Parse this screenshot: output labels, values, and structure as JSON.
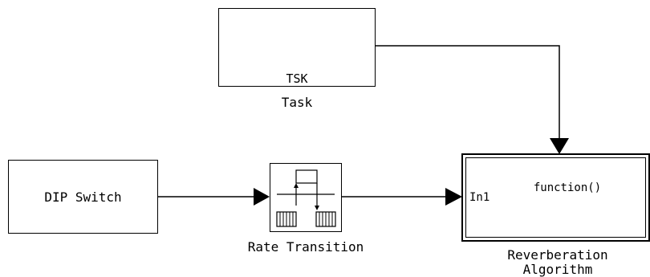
{
  "diagram": {
    "task_block": {
      "inner_label": "TSK",
      "caption": "Task"
    },
    "dip_block": {
      "inner_label": "DIP Switch"
    },
    "rate_block": {
      "caption": "Rate Transition"
    },
    "reverb_block": {
      "trigger_port_label": "function()",
      "input_port_label": "In1",
      "caption_line1": "Reverberation",
      "caption_line2": "Algorithm"
    }
  }
}
